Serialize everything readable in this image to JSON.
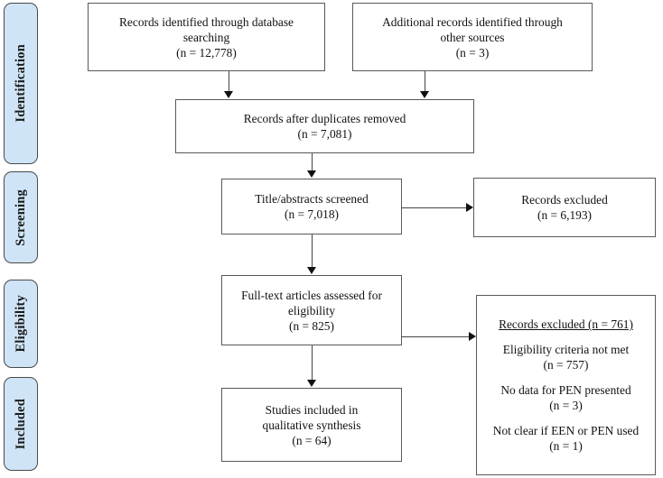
{
  "diagram": {
    "type": "prisma-flow-diagram",
    "accent_color": "#cfe4f6",
    "border_color": "#595959",
    "stages": [
      {
        "id": "identification",
        "label": "Identification"
      },
      {
        "id": "screening",
        "label": "Screening"
      },
      {
        "id": "eligibility",
        "label": "Eligibility"
      },
      {
        "id": "included",
        "label": "Included"
      }
    ],
    "boxes": {
      "database_search": {
        "line1": "Records identified through database",
        "line2": "searching",
        "count": "(n = 12,778)"
      },
      "other_sources": {
        "line1": "Additional records identified through",
        "line2": "other sources",
        "count": "(n = 3)"
      },
      "duplicates_removed": {
        "line1": "Records after duplicates removed",
        "count": "(n = 7,081)"
      },
      "title_abstract_screened": {
        "line1": "Title/abstracts screened",
        "count": "(n = 7,018)"
      },
      "records_excluded_screening": {
        "line1": "Records excluded",
        "count": "(n = 6,193)"
      },
      "fulltext_assessed": {
        "line1": "Full-text articles assessed for",
        "line2": "eligibility",
        "count": "(n = 825)"
      },
      "records_excluded_eligibility": {
        "heading": "Records excluded (n = 761)",
        "reason1": "Eligibility criteria not met",
        "reason1_count": "(n = 757)",
        "reason2": "No data for PEN presented",
        "reason2_count": "(n = 3)",
        "reason3": "Not clear if EEN or PEN used",
        "reason3_count": "(n = 1)"
      },
      "studies_included": {
        "line1": "Studies included in",
        "line2": "qualitative synthesis",
        "count": "(n = 64)"
      }
    }
  }
}
